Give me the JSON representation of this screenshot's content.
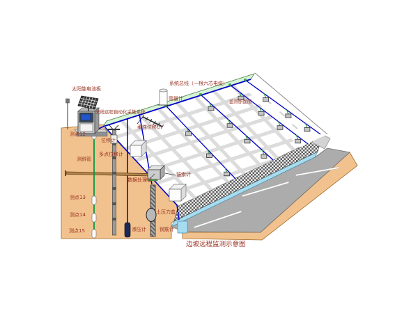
{
  "diagram": {
    "title": "边坡远程监测示意图",
    "labels": {
      "solar_panel": "太阳能电池板",
      "wireless_system": "无线远程自动化采集系统",
      "system_bus": "系统总线（一根六芯电缆）",
      "rain_gauge": "雨量计",
      "monitor_section": "监测断面图",
      "flexible_displacement": "柔性位移计",
      "displacement": "位移计",
      "multipoint_displacement": "多点位移计",
      "inclinometer_tube": "测斜管",
      "point_12": "测点12",
      "point_13": "测点13",
      "point_14": "测点14",
      "point_15": "测点15",
      "data_processor": "数据处理仪",
      "anchor_meter": "锚索计",
      "earth_pressure_cell": "土压力盒",
      "seepage_meter": "渗压计",
      "rebar_meter": "钢筋计"
    },
    "colors": {
      "label": "#993322",
      "soil": "#F2C28E",
      "road": "#ACACAC",
      "drain": "#A5DCF0",
      "cable": "#0000C8",
      "crest_band": "#D6F5D6",
      "grid": "#DCDCDC",
      "sensor_stem": "#2FA84F"
    }
  }
}
